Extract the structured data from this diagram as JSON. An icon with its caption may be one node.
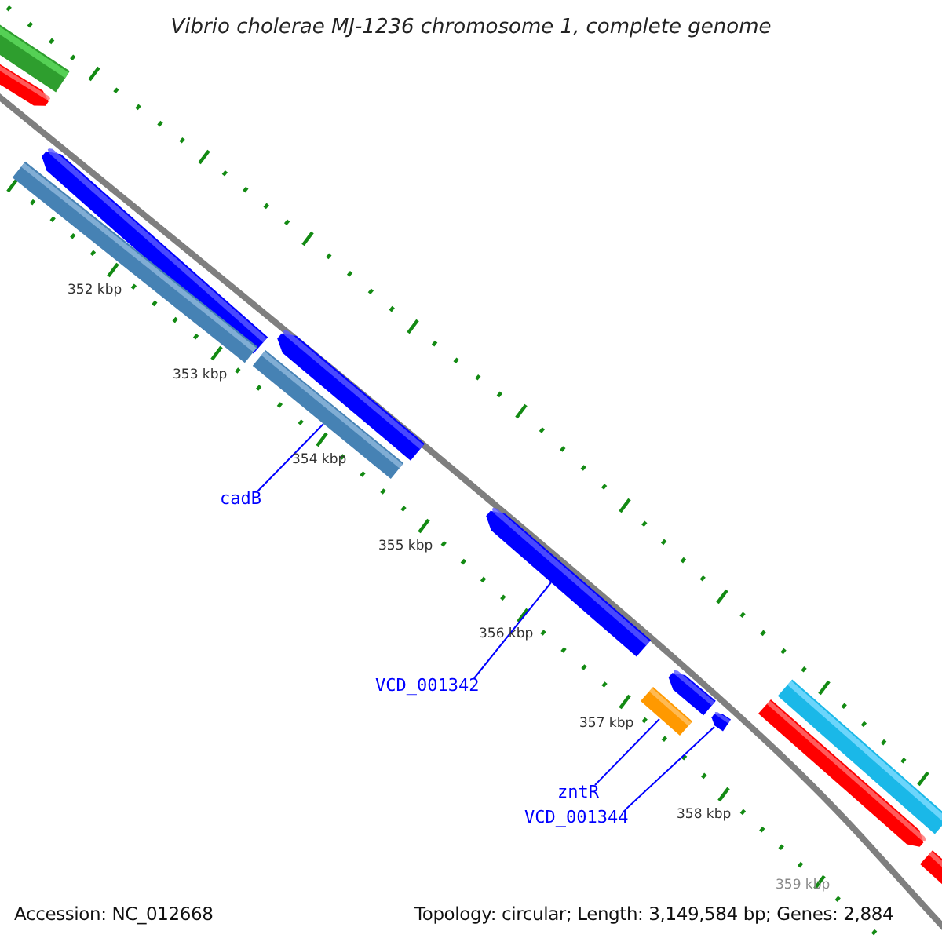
{
  "diagram": {
    "title": "Vibrio cholerae MJ-1236 chromosome 1, complete genome",
    "nodes": [
      {
        "text": [
          "cadB"
        ]
      },
      {
        "text": [],
        "shape": "bar"
      },
      {
        "text": [
          "VCD_001342"
        ]
      },
      {
        "text": [],
        "shape": "bar"
      },
      {
        "text": [
          "zntR"
        ]
      },
      {
        "text": [],
        "shape": "bar"
      },
      {
        "text": [
          "VCD_001344"
        ]
      },
      {
        "text": [],
        "shape": "bar"
      }
    ],
    "edges": [
      {
        "from": 0,
        "to": 1,
        "arrow": "none"
      },
      {
        "from": 2,
        "to": 3,
        "arrow": "none"
      },
      {
        "from": 4,
        "to": 5,
        "arrow": "none"
      },
      {
        "from": 6,
        "to": 7,
        "arrow": "none"
      }
    ],
    "labels": [
      "352 kbp",
      "353 kbp",
      "354 kbp",
      "355 kbp",
      "356 kbp",
      "357 kbp",
      "358 kbp",
      "359 kbp",
      "Accession: NC_012668",
      "Topology: circular; Length: 3,149,584 bp; Genes: 2,884"
    ]
  }
}
